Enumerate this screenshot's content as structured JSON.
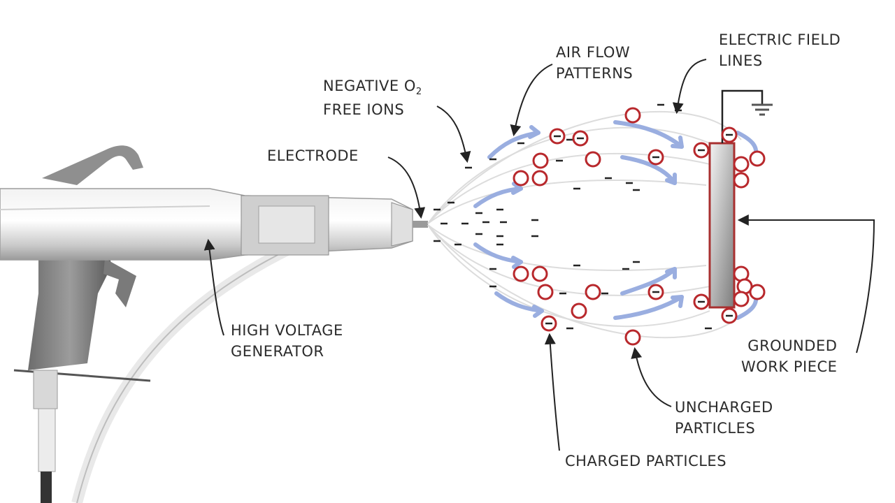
{
  "labels": {
    "air_flow_patterns": {
      "line1": "AIR FLOW",
      "line2": "PATTERNS"
    },
    "electric_field_lines": {
      "line1": "ELECTRIC FIELD",
      "line2": "LINES"
    },
    "negative_ions": {
      "line1_prefix": "NEGATIVE O",
      "line1_subscript": "2",
      "line2": "FREE IONS"
    },
    "electrode": "ELECTRODE",
    "high_voltage_generator": {
      "line1": "HIGH VOLTAGE",
      "line2": "GENERATOR"
    },
    "grounded_work_piece": {
      "line1": "GROUNDED",
      "line2": "WORK PIECE"
    },
    "uncharged_particles": {
      "line1": "UNCHARGED",
      "line2": "PARTICLES"
    },
    "charged_particles": "CHARGED PARTICLES"
  },
  "colors": {
    "particle": "#b8282c",
    "workpiece_outline": "#a83030",
    "airflow_arrow": "#9aaee0",
    "field_line": "#dcdcdc",
    "leader_line": "#222222",
    "gun_body": "#d8d8d8",
    "gun_shadow": "#7a7a7a"
  }
}
